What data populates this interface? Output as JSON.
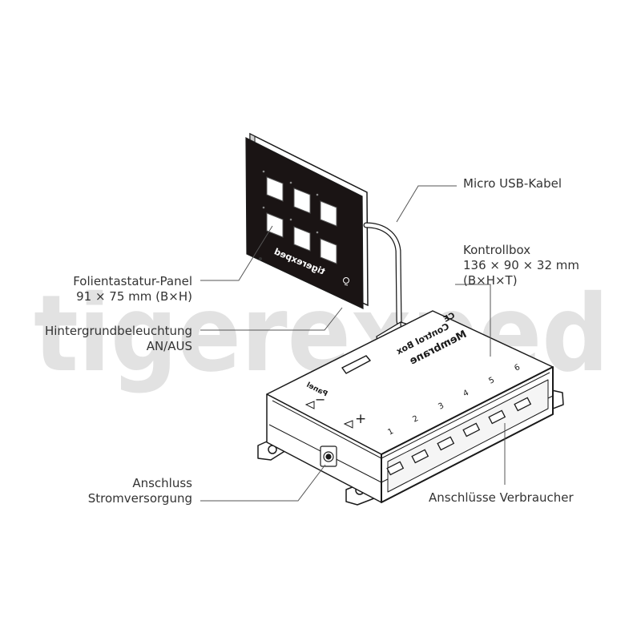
{
  "watermark": "tigerexped",
  "panel": {
    "brand": "tigerexped",
    "button_count": 6
  },
  "box": {
    "title_line1": "Membrane",
    "title_line2": "Control Box",
    "panel_port_label": "Panel",
    "minus": "−",
    "plus": "+",
    "channels": [
      "1",
      "2",
      "3",
      "4",
      "5",
      "6"
    ],
    "ce": "CE"
  },
  "labels": {
    "usb": "Micro USB-Kabel",
    "box_name": "Kontrollbox",
    "box_dims": "136 × 90 × 32 mm",
    "box_dims_unit": "(B×H×T)",
    "panel_name": "Folientastatur-Panel",
    "panel_dims": "91 × 75 mm (B×H)",
    "backlight_name": "Hintergrundbeleuchtung",
    "backlight_state": "AN/AUS",
    "power_line1": "Anschluss",
    "power_line2": "Stromversorgung",
    "consumers": "Anschlüsse Verbraucher"
  },
  "colors": {
    "panel_face": "#1a1414",
    "watermark": "#e2e2e2",
    "outline": "#1a1a1a",
    "leader": "#555555",
    "label_text": "#333333"
  }
}
